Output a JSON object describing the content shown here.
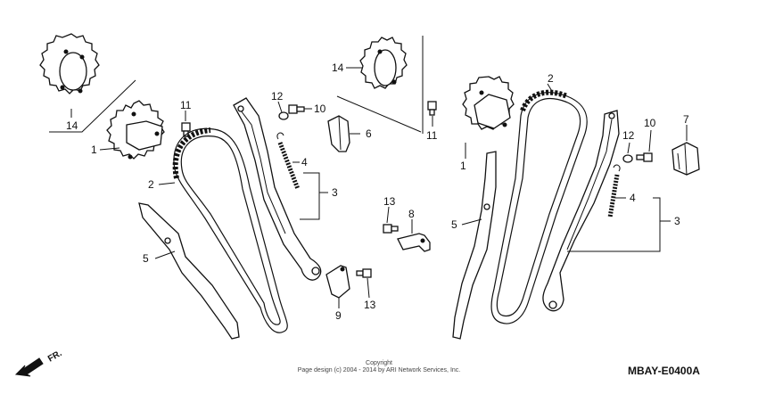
{
  "diagram_code": "MBAY-E0400A",
  "direction_label": "FR.",
  "copyright_line1": "Copyright",
  "copyright_line2": "Page design (c) 2004 - 2014 by ARI Network Services, Inc.",
  "labels": {
    "p1_left": "1",
    "p1_right": "1",
    "p2_left": "2",
    "p2_right": "2",
    "p3_left": "3",
    "p3_right": "3",
    "p4_left": "4",
    "p4_right": "4",
    "p5_left": "5",
    "p5_right": "5",
    "p6": "6",
    "p7": "7",
    "p8": "8",
    "p9": "9",
    "p10_left": "10",
    "p10_right": "10",
    "p11_left": "11",
    "p11_right": "11",
    "p12_left": "12",
    "p12_right": "12",
    "p13_top": "13",
    "p13_bottom": "13",
    "p14_left": "14",
    "p14_right": "14"
  }
}
